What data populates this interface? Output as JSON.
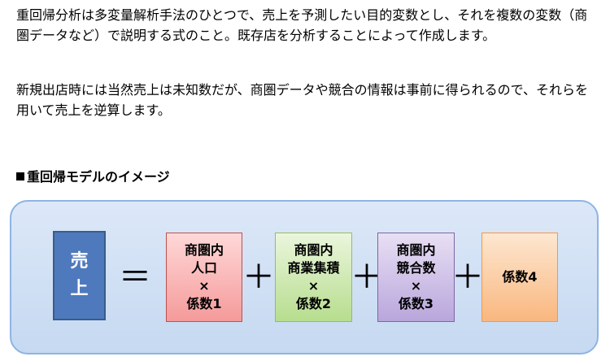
{
  "paragraphs": {
    "p1": "重回帰分析は多変量解析手法のひとつで、売上を予測したい目的変数とし、それを複数の変数（商圏データなど）で説明する式のこと。既存店を分析することによって作成します。",
    "p2": "新規出店時には当然売上は未知数だが、商圏データや競合の情報は事前に得られるので、それらを用いて売上を逆算します。"
  },
  "heading": {
    "text": "重回帰モデルのイメージ"
  },
  "diagram": {
    "sales": [
      "売",
      "上"
    ],
    "equals": "＝",
    "plus": "＋",
    "terms": [
      {
        "lines": [
          "商圏内",
          "人口",
          "×",
          "係数1"
        ],
        "color": "#f59a9a"
      },
      {
        "lines": [
          "商圏内",
          "商業集積",
          "×",
          "係数2"
        ],
        "color": "#b7dd8e"
      },
      {
        "lines": [
          "商圏内",
          "競合数",
          "×",
          "係数3"
        ],
        "color": "#b9a6dc"
      },
      {
        "lines": [
          "係数4"
        ],
        "color": "#f9b77f"
      }
    ],
    "colors": {
      "panel": "#c6d9f1",
      "panel_border": "#8eb4e3",
      "sales_box": "#4f79bd"
    }
  }
}
